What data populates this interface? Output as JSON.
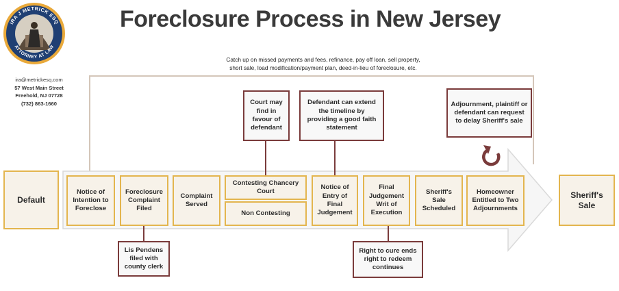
{
  "title": "Foreclosure Process in New Jersey",
  "logo": {
    "ring_text_top": "IRA J METRICK ESQ",
    "ring_text_bottom": "ATTORNEY AT LAW"
  },
  "contact": {
    "email": "ira@metrickesq.com",
    "street": "57 West Main Street",
    "city": "Freehold, NJ 07728",
    "phone": "(732) 863-1660"
  },
  "loop_note": {
    "line1": "Catch up on missed payments and fees, refinance, pay off loan, sell property,",
    "line2": "short sale, load modification/payment plan, deed-in-lieu of foreclosure, etc."
  },
  "start": "Default",
  "end": "Sheriff's Sale",
  "steps": {
    "notice_intent": "Notice of Intention to Foreclose",
    "complaint_filed": "Foreclosure Complaint Filed",
    "complaint_served": "Complaint Served",
    "contesting": "Contesting Chancery Court",
    "non_contesting": "Non Contesting",
    "notice_entry": "Notice of Entry of Final Judgement",
    "final_judgement": "Final Judgement Writ of Execution",
    "sale_scheduled": "Sheriff's Sale Scheduled",
    "adjournments": "Homeowner Entitled to Two Adjournments"
  },
  "callouts": {
    "court": "Court may find in favour of defendant",
    "defendant": "Defendant can extend the timeline by providing a good faith statement",
    "adjournment": "Adjournment, plaintiff or defendant can request to delay Sheriff's sale",
    "lis_pendens": "Lis Pendens filed with county clerk",
    "right_to_cure": "Right to cure ends right to redeem continues"
  },
  "colors": {
    "gold": "#e3b54e",
    "maroon": "#7a3b3b",
    "box_fill": "#f7f2e9",
    "arrow_fill": "#f6f6f6",
    "logo_navy": "#1f3f73"
  }
}
